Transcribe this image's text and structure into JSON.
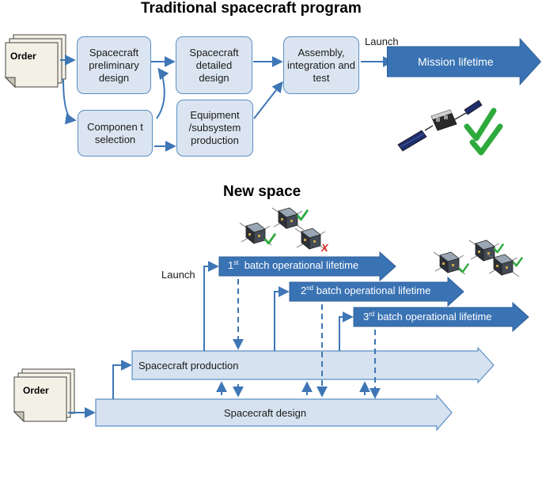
{
  "titles": {
    "traditional": "Traditional spacecraft program",
    "new_space": "New space"
  },
  "traditional": {
    "order": "Order",
    "preliminary_design": "Spacecraft preliminary design",
    "component_selection": "Componen t selection",
    "detailed_design": "Spacecraft detailed design",
    "equipment_production": "Equipment /subsystem production",
    "assembly": "Assembly, integration and test",
    "launch": "Launch",
    "mission_lifetime": "Mission lifetime"
  },
  "new_space": {
    "order": "Order",
    "launch": "Launch",
    "spacecraft_production": "Spacecraft production",
    "spacecraft_design": "Spacecraft design",
    "batches": [
      {
        "ordinal": "1",
        "suffix": "st",
        "label": "batch operational lifetime"
      },
      {
        "ordinal": "2",
        "suffix": "nd",
        "label": "batch operational lifetime"
      },
      {
        "ordinal": "3",
        "suffix": "rd",
        "label": "batch operational lifetime"
      }
    ],
    "failure_mark": "X"
  },
  "colors": {
    "box_fill": "#dbe5f1",
    "box_border": "#5b8ec4",
    "arrow_blue": "#3e76b6",
    "dark_blue": "#3a73b4",
    "light_arrow": "#d6e2ef",
    "check_green": "#2eaa3c",
    "fail_red": "#e02020"
  },
  "icons": [
    "document-stack-icon",
    "satellite-icon",
    "checkmark-icon",
    "cubesat-icon",
    "x-mark-icon"
  ]
}
